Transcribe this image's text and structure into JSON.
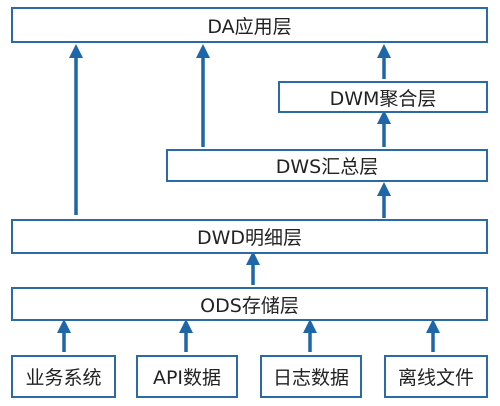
{
  "diagram": {
    "accent_color": "#2b6aa6",
    "layers": {
      "da": "DA应用层",
      "dwm": "DWM聚合层",
      "dws": "DWS汇总层",
      "dwd": "DWD明细层",
      "ods": "ODS存储层"
    },
    "sources": {
      "business": "业务系统",
      "api": "API数据",
      "logs": "日志数据",
      "offline": "离线文件"
    }
  }
}
